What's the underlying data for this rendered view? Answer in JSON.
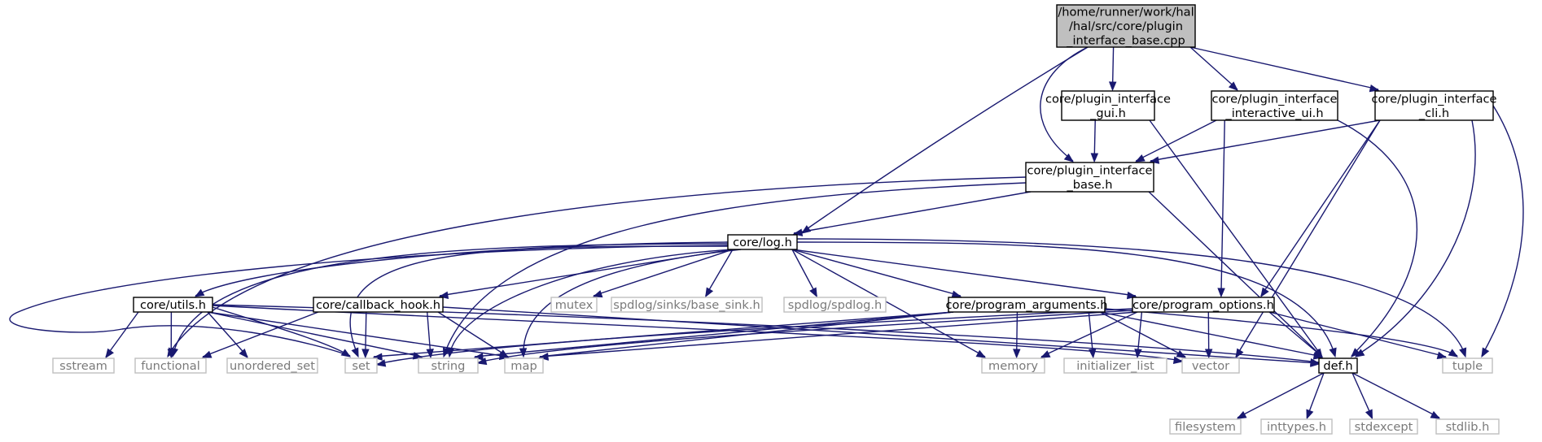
{
  "graph": {
    "nodes": {
      "root": {
        "lines": [
          "/home/runner/work/hal",
          "/hal/src/core/plugin",
          "_interface_base.cpp"
        ],
        "style": "root"
      },
      "gui": {
        "lines": [
          "core/plugin_interface",
          "_gui.h"
        ],
        "style": "normal"
      },
      "interactive": {
        "lines": [
          "core/plugin_interface",
          "_interactive_ui.h"
        ],
        "style": "normal"
      },
      "cli": {
        "lines": [
          "core/plugin_interface",
          "_cli.h"
        ],
        "style": "normal"
      },
      "base": {
        "lines": [
          "core/plugin_interface",
          "_base.h"
        ],
        "style": "normal"
      },
      "log": {
        "lines": [
          "core/log.h"
        ],
        "style": "normal"
      },
      "utils": {
        "lines": [
          "core/utils.h"
        ],
        "style": "normal"
      },
      "callback": {
        "lines": [
          "core/callback_hook.h"
        ],
        "style": "normal"
      },
      "mutex": {
        "lines": [
          "mutex"
        ],
        "style": "grey"
      },
      "basesink": {
        "lines": [
          "spdlog/sinks/base_sink.h"
        ],
        "style": "grey"
      },
      "spdlog": {
        "lines": [
          "spdlog/spdlog.h"
        ],
        "style": "grey"
      },
      "progargs": {
        "lines": [
          "core/program_arguments.h"
        ],
        "style": "normal"
      },
      "progopts": {
        "lines": [
          "core/program_options.h"
        ],
        "style": "normal"
      },
      "sstream": {
        "lines": [
          "sstream"
        ],
        "style": "grey"
      },
      "functional": {
        "lines": [
          "functional"
        ],
        "style": "grey"
      },
      "unordered_set": {
        "lines": [
          "unordered_set"
        ],
        "style": "grey"
      },
      "set": {
        "lines": [
          "set"
        ],
        "style": "grey"
      },
      "string": {
        "lines": [
          "string"
        ],
        "style": "grey"
      },
      "map": {
        "lines": [
          "map"
        ],
        "style": "grey"
      },
      "memory": {
        "lines": [
          "memory"
        ],
        "style": "grey"
      },
      "initializer_list": {
        "lines": [
          "initializer_list"
        ],
        "style": "grey"
      },
      "vector": {
        "lines": [
          "vector"
        ],
        "style": "grey"
      },
      "def": {
        "lines": [
          "def.h"
        ],
        "style": "normal"
      },
      "tuple": {
        "lines": [
          "tuple"
        ],
        "style": "grey"
      },
      "filesystem": {
        "lines": [
          "filesystem"
        ],
        "style": "grey"
      },
      "inttypes": {
        "lines": [
          "inttypes.h"
        ],
        "style": "grey"
      },
      "stdexcept": {
        "lines": [
          "stdexcept"
        ],
        "style": "grey"
      },
      "stdlib": {
        "lines": [
          "stdlib.h"
        ],
        "style": "grey"
      }
    },
    "edges": [
      [
        "root",
        "log"
      ],
      [
        "root",
        "base"
      ],
      [
        "root",
        "gui"
      ],
      [
        "root",
        "interactive"
      ],
      [
        "root",
        "cli"
      ],
      [
        "gui",
        "base"
      ],
      [
        "gui",
        "def"
      ],
      [
        "interactive",
        "base"
      ],
      [
        "interactive",
        "progopts"
      ],
      [
        "interactive",
        "def"
      ],
      [
        "cli",
        "base"
      ],
      [
        "cli",
        "progopts"
      ],
      [
        "cli",
        "vector"
      ],
      [
        "cli",
        "def"
      ],
      [
        "cli",
        "tuple"
      ],
      [
        "base",
        "log"
      ],
      [
        "base",
        "functional"
      ],
      [
        "base",
        "string"
      ],
      [
        "base",
        "def"
      ],
      [
        "log",
        "utils"
      ],
      [
        "log",
        "callback"
      ],
      [
        "log",
        "mutex"
      ],
      [
        "log",
        "basesink"
      ],
      [
        "log",
        "spdlog"
      ],
      [
        "log",
        "progargs"
      ],
      [
        "log",
        "progopts"
      ],
      [
        "log",
        "set"
      ],
      [
        "log",
        "string"
      ],
      [
        "log",
        "map"
      ],
      [
        "log",
        "memory"
      ],
      [
        "log",
        "def"
      ],
      [
        "log",
        "tuple"
      ],
      [
        "log",
        "functional"
      ],
      [
        "utils",
        "sstream"
      ],
      [
        "utils",
        "functional"
      ],
      [
        "utils",
        "unordered_set"
      ],
      [
        "utils",
        "set"
      ],
      [
        "utils",
        "string"
      ],
      [
        "utils",
        "map"
      ],
      [
        "utils",
        "vector"
      ],
      [
        "utils",
        "def"
      ],
      [
        "callback",
        "functional"
      ],
      [
        "callback",
        "set"
      ],
      [
        "callback",
        "string"
      ],
      [
        "callback",
        "map"
      ],
      [
        "callback",
        "def"
      ],
      [
        "progargs",
        "set"
      ],
      [
        "progargs",
        "string"
      ],
      [
        "progargs",
        "map"
      ],
      [
        "progargs",
        "memory"
      ],
      [
        "progargs",
        "initializer_list"
      ],
      [
        "progargs",
        "vector"
      ],
      [
        "progargs",
        "def"
      ],
      [
        "progargs",
        "tuple"
      ],
      [
        "progopts",
        "set"
      ],
      [
        "progopts",
        "string"
      ],
      [
        "progopts",
        "map"
      ],
      [
        "progopts",
        "memory"
      ],
      [
        "progopts",
        "initializer_list"
      ],
      [
        "progopts",
        "vector"
      ],
      [
        "progopts",
        "def"
      ],
      [
        "progopts",
        "tuple"
      ],
      [
        "def",
        "filesystem"
      ],
      [
        "def",
        "inttypes"
      ],
      [
        "def",
        "stdexcept"
      ],
      [
        "def",
        "stdlib"
      ]
    ]
  }
}
